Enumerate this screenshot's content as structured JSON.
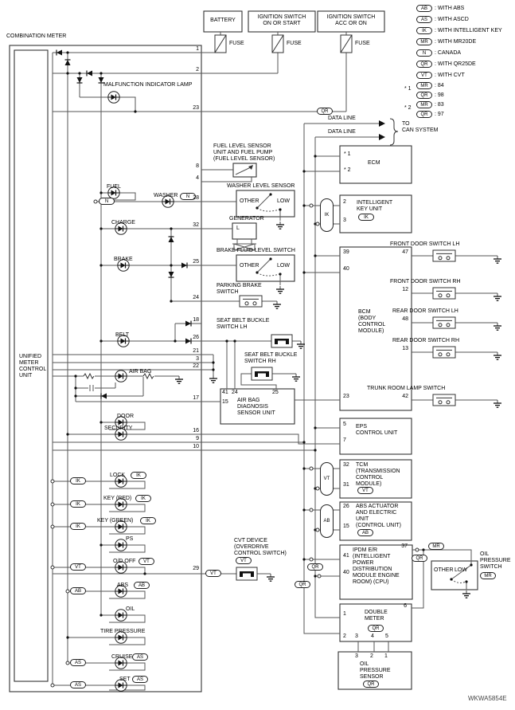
{
  "legend": {
    "items": [
      {
        "code": "AB",
        "desc": ": WITH ABS"
      },
      {
        "code": "AS",
        "desc": ": WITH ASCD"
      },
      {
        "code": "IK",
        "desc": ": WITH INTELLIGENT KEY"
      },
      {
        "code": "MR",
        "desc": ": WITH MR20DE"
      },
      {
        "code": "N",
        "desc": ": CANADA"
      },
      {
        "code": "QR",
        "desc": ": WITH QR25DE"
      },
      {
        "code": "VT",
        "desc": ": WITH CVT"
      }
    ],
    "notes": [
      {
        "code": "MR",
        "desc": ": 84"
      },
      {
        "code": "QR",
        "desc": ": 98"
      },
      {
        "code": "MR",
        "desc": ": 83"
      },
      {
        "code": "QR",
        "desc": ": 97"
      }
    ],
    "star1": "* 1",
    "star2": "* 2"
  },
  "power": {
    "battery": "BATTERY",
    "ignition_on": "IGNITION SWITCH\nON OR START",
    "ignition_acc": "IGNITION SWITCH\nACC OR ON",
    "fuse": "FUSE",
    "acc_wire_code": "QR"
  },
  "cm": {
    "title": "COMBINATION METER",
    "unified": "UNIFIED\nMETER\nCONTROL\nUNIT",
    "mil": "MALFUNCTION INDICATOR LAMP",
    "pins": {
      "p1": "1",
      "p2": "2",
      "p23": "23",
      "p8": "8",
      "p4": "4",
      "p28": "28",
      "p32": "32",
      "p25": "25",
      "p24": "24",
      "p18": "18",
      "p26": "26",
      "p21": "21",
      "p3": "3",
      "p22": "22",
      "p17": "17",
      "p16": "16",
      "p9": "9",
      "p10": "10",
      "p29": "29"
    },
    "ind": {
      "fuel": "FUEL",
      "washer": "WASHER",
      "charge": "CHARGE",
      "brake": "BRAKE",
      "belt": "BELT",
      "airbag": "AIR BAG",
      "door": "DOOR",
      "security": "SECURITY",
      "lock": "LOCK",
      "key_red": "KEY (RED)",
      "key_green": "KEY (GREEN)",
      "ps": "PS",
      "od_off": "O/D OFF",
      "abs": "ABS",
      "oil": "OIL",
      "tire": "TIRE PRESSURE",
      "cruise": "CRUISE",
      "set": "SET"
    },
    "codes": {
      "n": "N",
      "ik": "IK",
      "vt": "VT",
      "ab": "AB",
      "as": "AS"
    }
  },
  "mid": {
    "fuel_sensor": "FUEL LEVEL SENSOR\nUNIT AND FUEL PUMP\n(FUEL LEVEL SENSOR)",
    "washer_sensor": "WASHER LEVEL SENSOR",
    "generator": "GENERATOR",
    "gen_l": "L",
    "brake_fluid": "BRAKE FLUID LEVEL SWITCH",
    "parking": "PARKING BRAKE\nSWITCH",
    "belt_lh": "SEAT BELT BUCKLE\nSWITCH LH",
    "belt_rh": "SEAT BELT BUCKLE\nSWITCH RH",
    "airbag_unit": "AIR BAG\nDIAGNOSIS\nSENSOR UNIT",
    "airbag_pins": {
      "p41": "41",
      "p24": "24",
      "p25": "25",
      "p15": "15"
    },
    "cvt": "CVT DEVICE\n(OVERDRIVE\nCONTROL SWITCH)",
    "cvt_code": "VT",
    "cvt_wire_code": "VT",
    "other": "OTHER",
    "low": "LOW"
  },
  "right": {
    "data_line": "DATA LINE",
    "to_can": "TO\nCAN SYSTEM",
    "ecm": {
      "title": "ECM",
      "s1": "* 1",
      "s2": "* 2"
    },
    "ik": {
      "title": "INTELLIGENT\nKEY UNIT",
      "code": "IK",
      "p2": "2",
      "p3": "3",
      "conn": "IK"
    },
    "bcm": {
      "title": "BCM\n(BODY\nCONTROL\nMODULE)",
      "p39": "39",
      "p40": "40",
      "p23": "23",
      "p47": "47",
      "p12": "12",
      "p48": "48",
      "p13": "13",
      "p42": "42"
    },
    "eps": {
      "title": "EPS\nCONTROL UNIT",
      "p5": "5",
      "p7": "7"
    },
    "tcm": {
      "title": "TCM\n(TRANSMISSION\nCONTROL\nMODULE)",
      "code": "VT",
      "p32": "32",
      "p31": "31",
      "conn": "VT"
    },
    "abs": {
      "title": "ABS ACTUATOR\nAND ELECTRIC\nUNIT\n(CONTROL UNIT)",
      "code": "AB",
      "p26": "26",
      "p15": "15",
      "conn": "AB"
    },
    "ipdm": {
      "title": "IPDM E/R\n(INTELLIGENT\nPOWER\nDISTRIBUTION\nMODULE ENGINE\nROOM) (CPU)",
      "p41": "41",
      "p40": "40",
      "p37": "37",
      "qr1": "QR",
      "qr2": "QR",
      "mr": "MR",
      "qr3": "QR"
    },
    "dm": {
      "title": "DOUBLE\nMETER",
      "code": "QR",
      "p1": "1",
      "p2": "2",
      "p6": "6",
      "p3": "3",
      "p4": "4",
      "p5": "5"
    },
    "ops_switch": {
      "title": "OIL\nPRESSURE\nSWITCH",
      "code": "MR",
      "other": "OTHER",
      "low": "LOW"
    },
    "ops_sensor": {
      "title": "OIL\nPRESSURE\nSENSOR",
      "code": "QR",
      "p3": "3",
      "p2": "2",
      "p1": "1"
    },
    "sw": {
      "fdl": "FRONT DOOR SWITCH LH",
      "fdr": "FRONT DOOR SWITCH RH",
      "rdl": "REAR DOOR SWITCH LH",
      "rdr": "REAR DOOR SWITCH RH",
      "trunk": "TRUNK ROOM LAMP SWITCH"
    }
  },
  "watermark": "WKWA5854E"
}
